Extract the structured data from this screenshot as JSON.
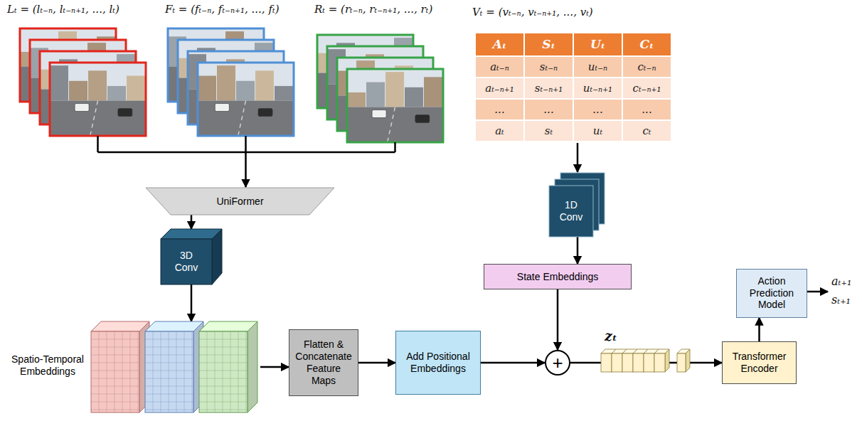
{
  "diagram": {
    "nodes": [
      {
        "text": [
          "UniFormer"
        ]
      },
      {
        "text": [
          "1D Conv"
        ]
      },
      {
        "text": [
          "3D Conv"
        ]
      },
      {
        "text": [
          "State Embeddings"
        ]
      },
      {
        "text": [
          "Action Prediction Model"
        ]
      },
      {
        "text": [
          "Spatio-Temporal Embeddings"
        ]
      },
      {
        "text": [
          "Flatten & Concatenate Feature Maps"
        ]
      },
      {
        "text": [
          "Add Positional Embeddings"
        ]
      },
      {
        "text": [
          "+"
        ]
      },
      {
        "text": [
          "Transformer Encoder"
        ]
      }
    ],
    "edges": [
      {
        "from": 0,
        "to": 2,
        "arrow": "to"
      },
      {
        "from": 2,
        "to": 5,
        "arrow": "to"
      },
      {
        "from": 5,
        "to": 6,
        "arrow": "to"
      },
      {
        "from": 6,
        "to": 7,
        "arrow": "to"
      },
      {
        "from": 7,
        "to": 8,
        "arrow": "to"
      },
      {
        "from": 1,
        "to": 3,
        "arrow": "to"
      },
      {
        "from": 3,
        "to": 8,
        "arrow": "to"
      },
      {
        "from": 8,
        "to": 9,
        "arrow": "to"
      },
      {
        "from": 9,
        "to": 4,
        "arrow": "to"
      }
    ],
    "labels": [
      "Lₜ = (lₜ₋ₙ, lₜ₋ₙ₊₁, ..., lₜ)",
      "Fₜ = (fₜ₋ₙ, fₜ₋ₙ₊₁, ..., fₜ)",
      "Rₜ = (rₜ₋ₙ, rₜ₋ₙ₊₁, ..., rₜ)",
      "Vₜ = (vₜ₋ₙ, vₜ₋ₙ₊₁, ..., vₜ)",
      "Aₜ",
      "Sₜ",
      "Uₜ",
      "Cₜ",
      "aₜ₋ₙ",
      "sₜ₋ₙ",
      "uₜ₋ₙ",
      "cₜ₋ₙ",
      "aₜ₋ₙ₊₁",
      "sₜ₋ₙ₊₁",
      "uₜ₋ₙ₊₁",
      "cₜ₋ₙ₊₁",
      "...",
      "...",
      "...",
      "...",
      "aₜ",
      "sₜ",
      "uₜ",
      "cₜ",
      "zₜ",
      "aₜ₊₁",
      "sₜ₊₁"
    ]
  }
}
